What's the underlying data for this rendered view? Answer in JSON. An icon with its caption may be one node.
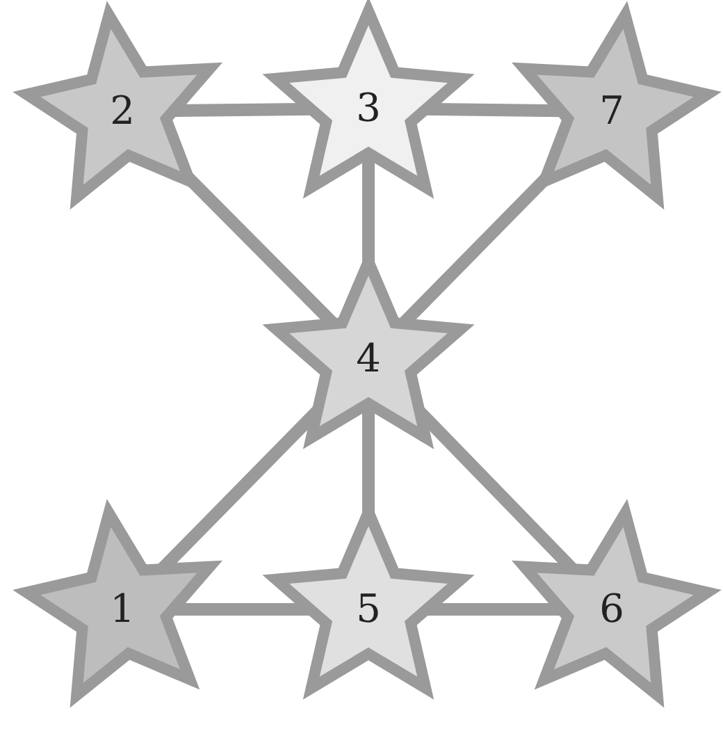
{
  "diagram": {
    "nodes": [
      {
        "text": [
          "2"
        ]
      },
      {
        "text": [
          "3"
        ]
      },
      {
        "text": [
          "7"
        ]
      },
      {
        "text": [
          "4"
        ]
      },
      {
        "text": [
          "1"
        ]
      },
      {
        "text": [
          "5"
        ]
      },
      {
        "text": [
          "6"
        ]
      }
    ],
    "edges": [
      {
        "from": 0,
        "to": 1,
        "arrow": "none"
      },
      {
        "from": 1,
        "to": 2,
        "arrow": "none"
      },
      {
        "from": 0,
        "to": 3,
        "arrow": "none"
      },
      {
        "from": 1,
        "to": 3,
        "arrow": "none"
      },
      {
        "from": 2,
        "to": 3,
        "arrow": "none"
      },
      {
        "from": 3,
        "to": 4,
        "arrow": "none"
      },
      {
        "from": 3,
        "to": 5,
        "arrow": "none"
      },
      {
        "from": 3,
        "to": 6,
        "arrow": "none"
      },
      {
        "from": 4,
        "to": 5,
        "arrow": "none"
      },
      {
        "from": 5,
        "to": 6,
        "arrow": "none"
      }
    ]
  }
}
